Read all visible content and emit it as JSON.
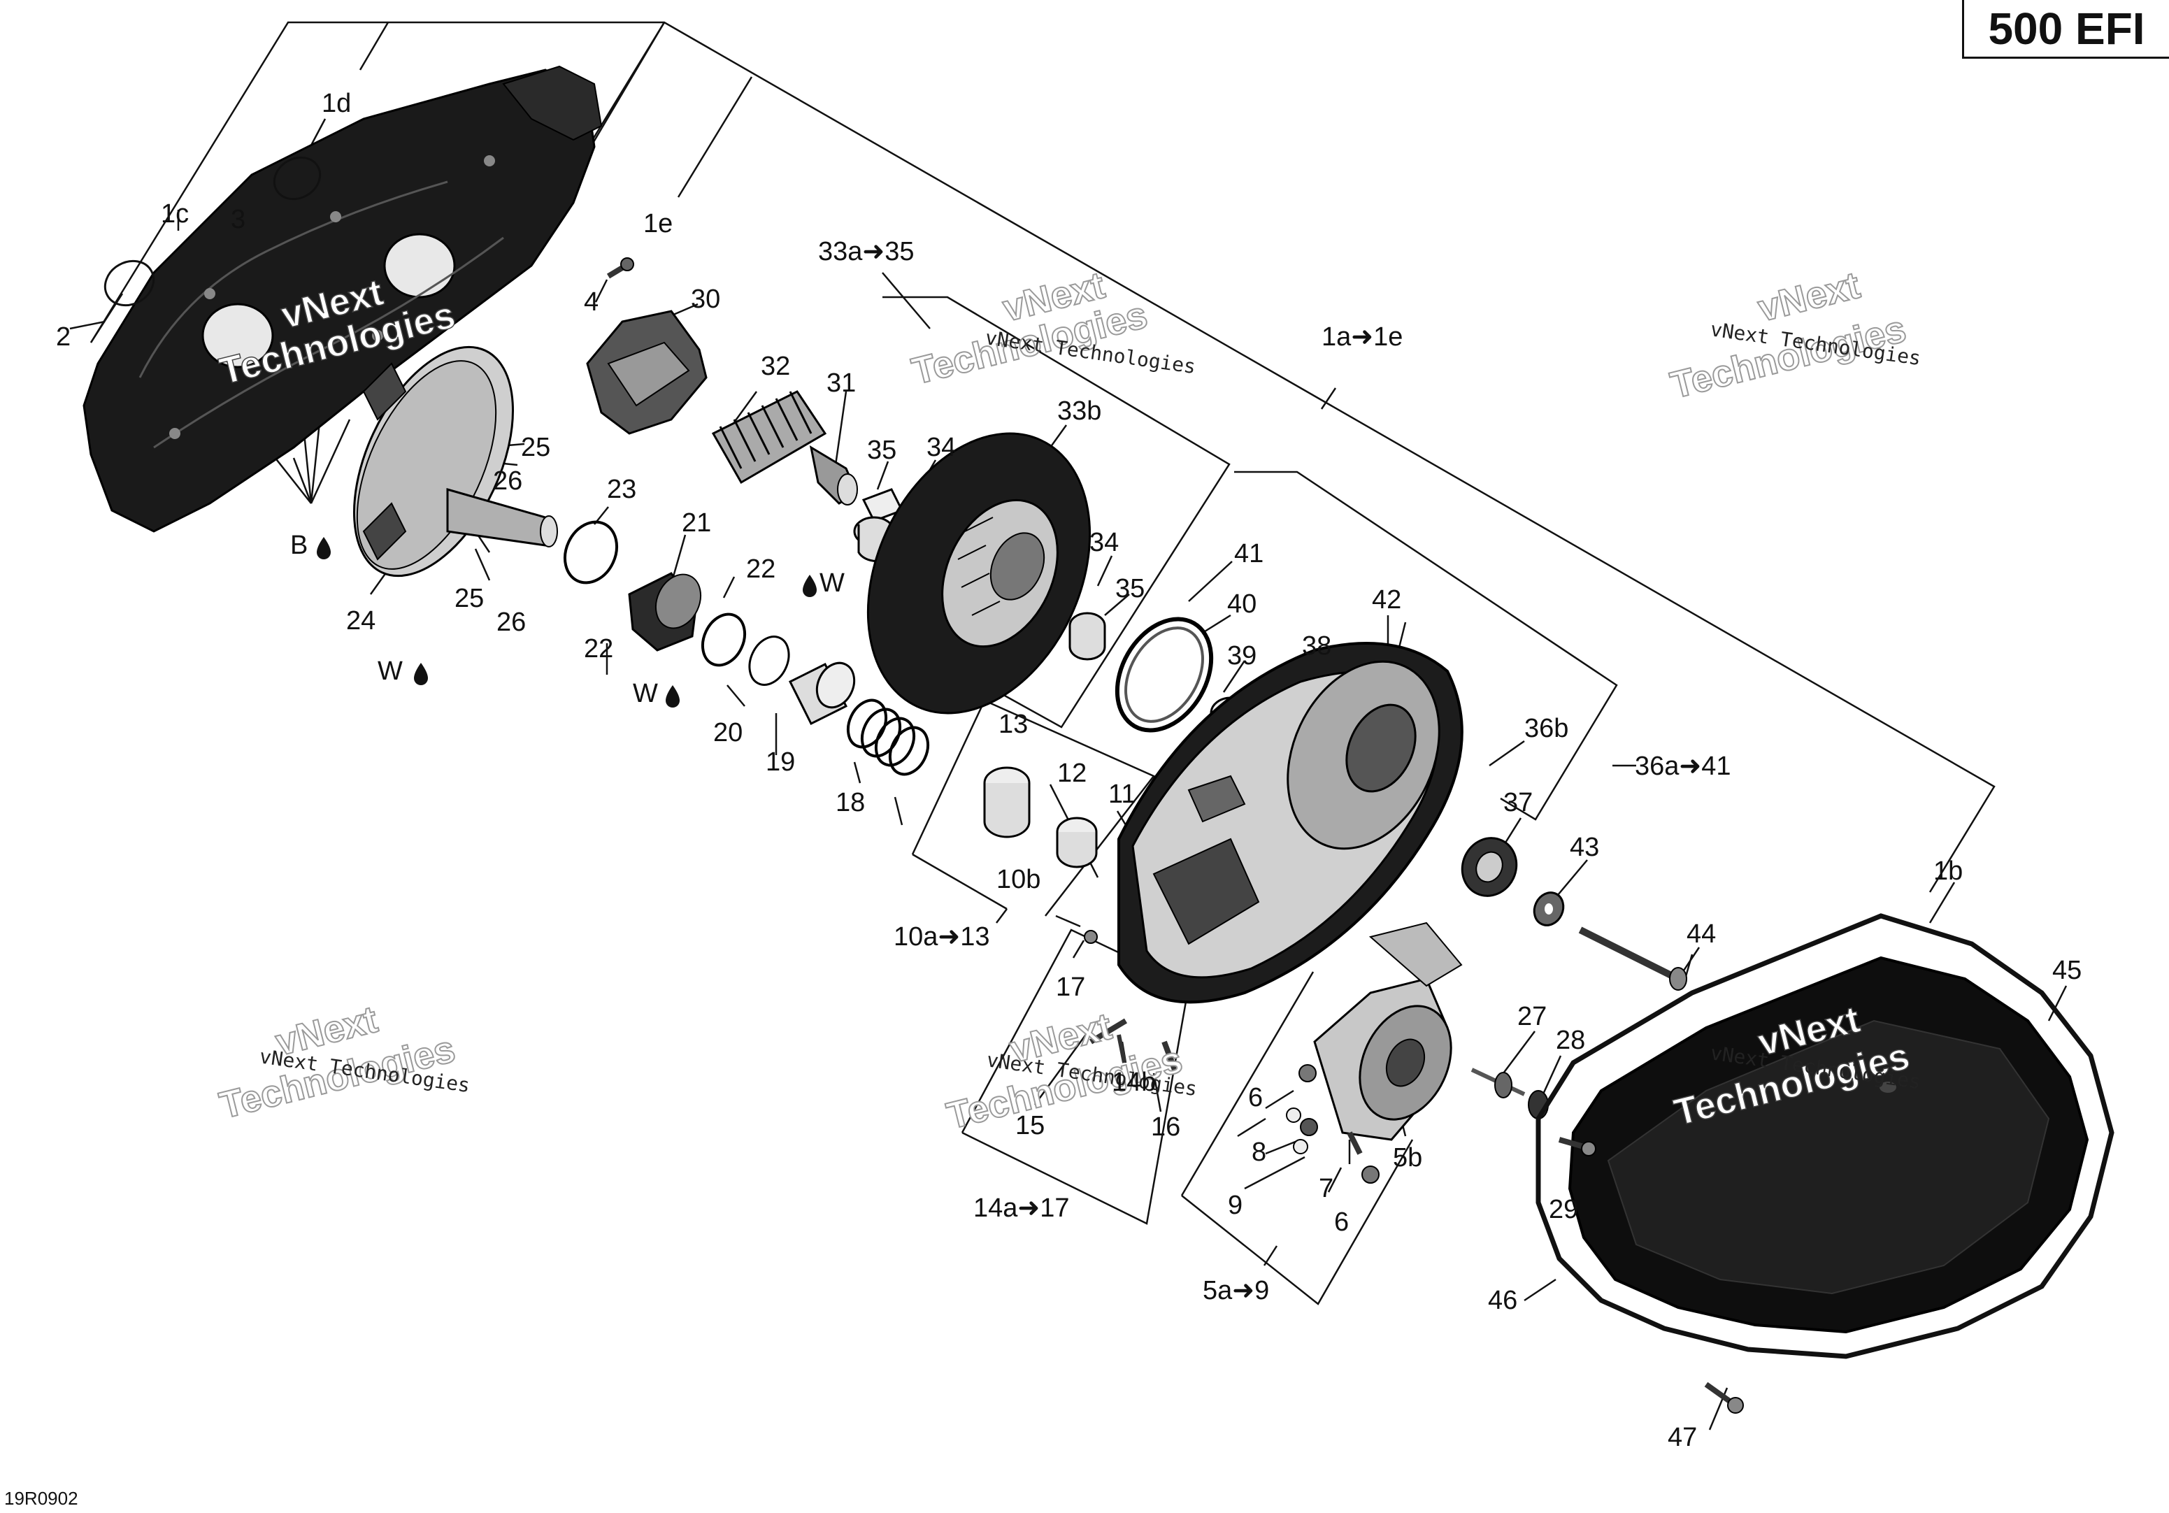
{
  "model_badge": "500 EFI",
  "drawing_number": "19R0902",
  "watermarks": [
    {
      "name": "vNext",
      "line1": "vNext",
      "line2": "Technologies"
    },
    {
      "text": "vNext Technologies"
    }
  ],
  "callouts": {
    "l1a1e": "1a➜1e",
    "l1b": "1b",
    "l1c": "1c",
    "l1d": "1d",
    "l1e": "1e",
    "l2": "2",
    "l3": "3",
    "l4": "4",
    "l5a9": "5a➜9",
    "l5b": "5b",
    "l6a": "6",
    "l6b": "6",
    "l7": "7",
    "l8": "8",
    "l9": "9",
    "l10a13": "10a➜13",
    "l10b": "10b",
    "l11": "11",
    "l12": "12",
    "l13": "13",
    "l14a17": "14a➜17",
    "l14b": "14b",
    "l15": "15",
    "l16": "16",
    "l17": "17",
    "l18": "18",
    "l19": "19",
    "l20": "20",
    "l21": "21",
    "l22a": "22",
    "l22b": "22",
    "l23": "23",
    "l24": "24",
    "l25a": "25",
    "l25b": "25",
    "l26a": "26",
    "l26b": "26",
    "l27": "27",
    "l28": "28",
    "l29": "29",
    "l30": "30",
    "l31": "31",
    "l32": "32",
    "l33a35": "33a➜35",
    "l33b": "33b",
    "l34a": "34",
    "l34b": "34",
    "l35a": "35",
    "l35b": "35",
    "l36a41": "36a➜41",
    "l36b": "36b",
    "l37": "37",
    "l38": "38",
    "l39": "39",
    "l40": "40",
    "l41": "41",
    "l42": "42",
    "l43": "43",
    "l44": "44",
    "l45": "45",
    "l46": "46",
    "l47": "47",
    "lB": "B",
    "lW1": "W",
    "lW2": "W",
    "lW3": "W"
  }
}
